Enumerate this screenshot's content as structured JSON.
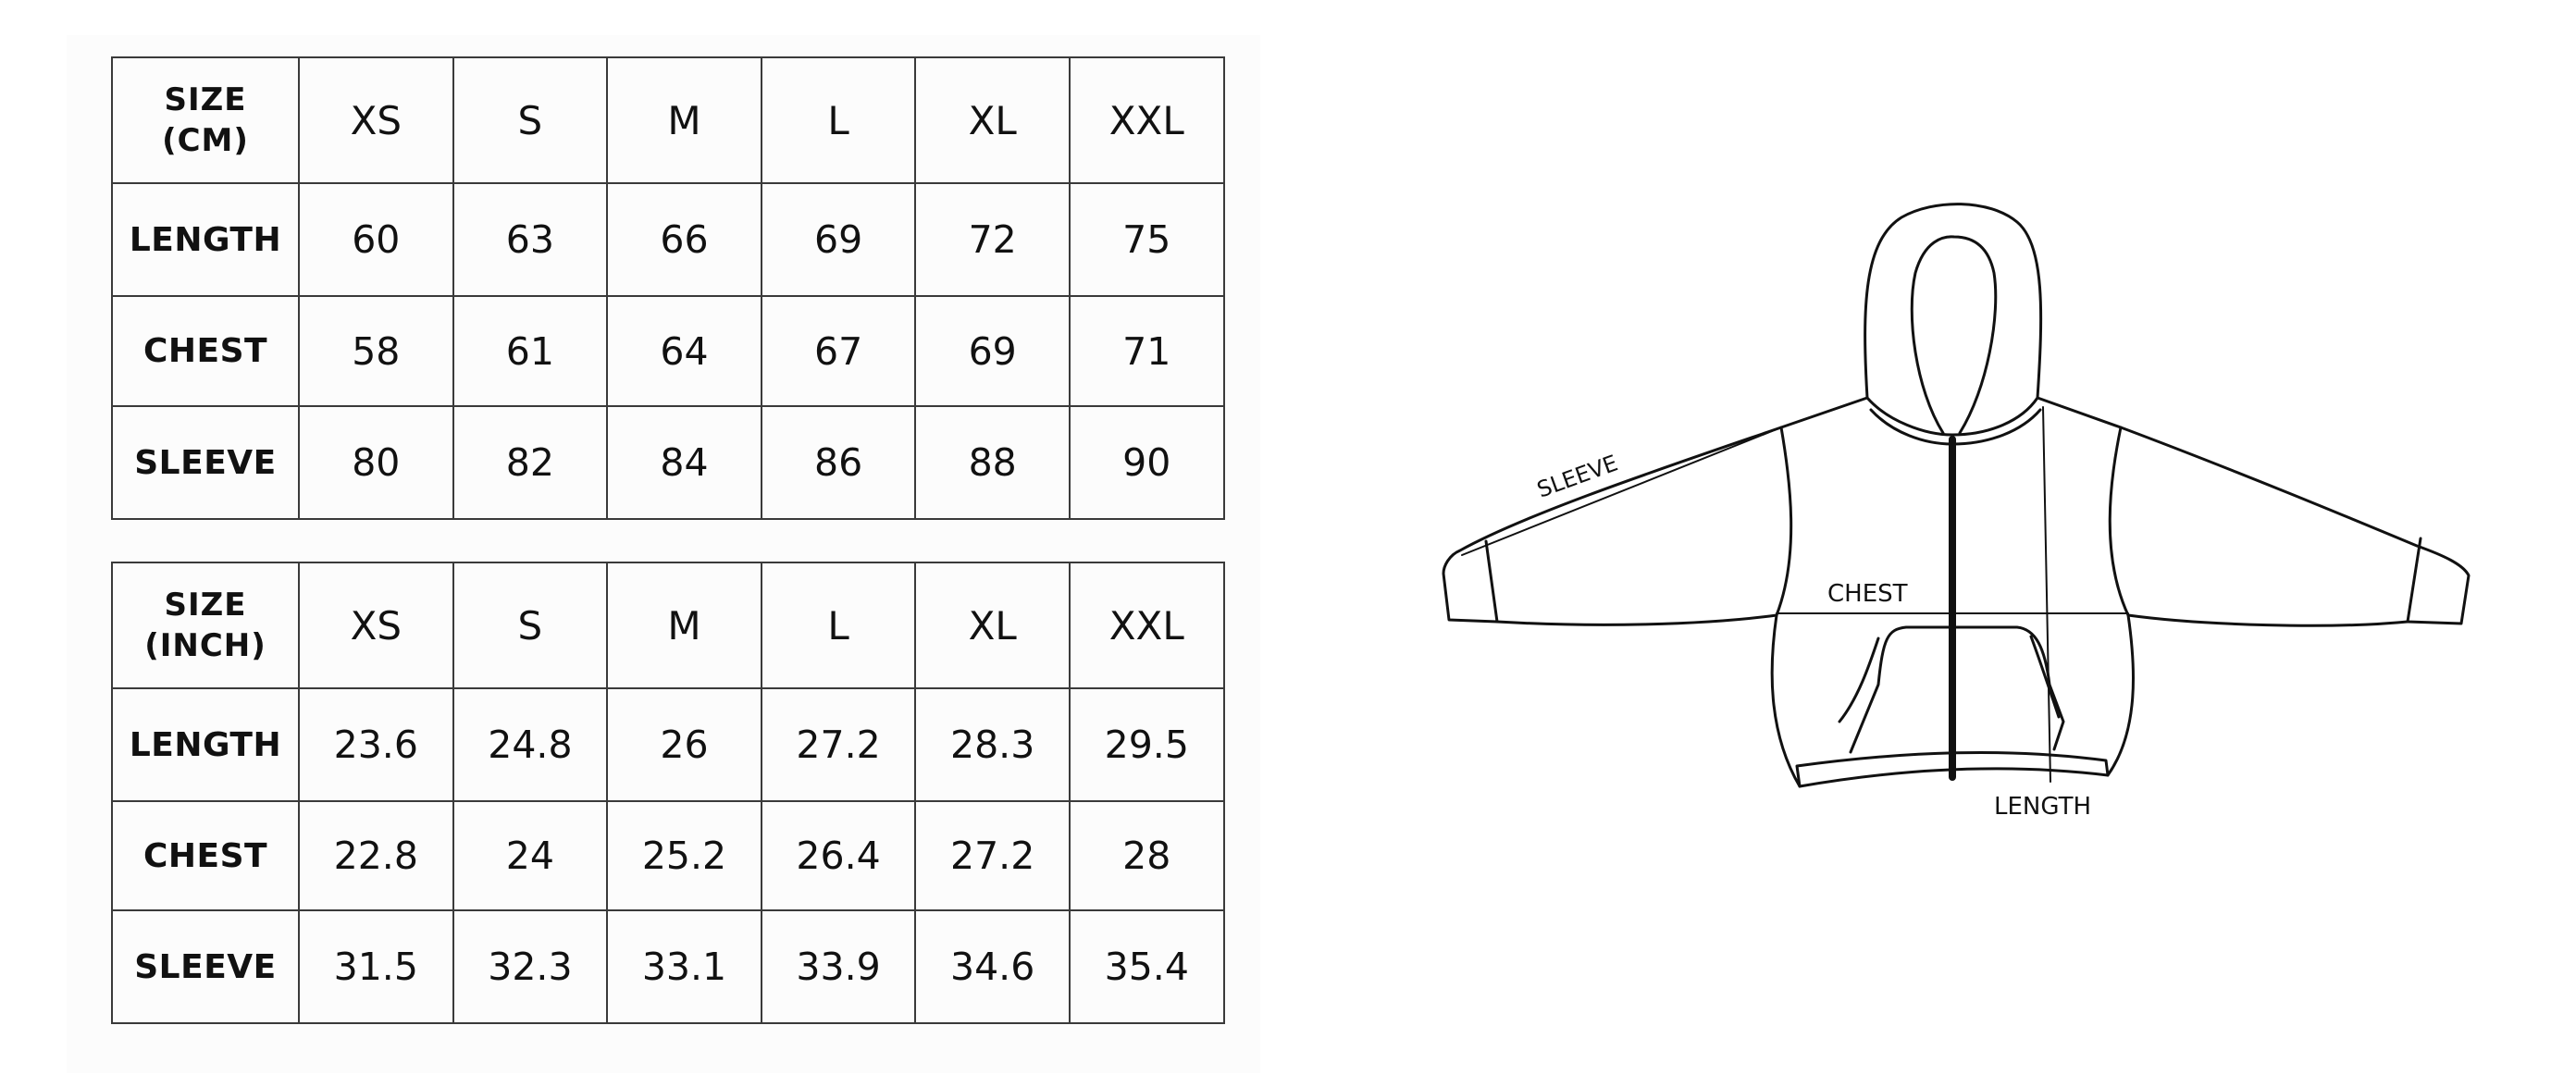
{
  "cm_table": {
    "header_line1": "SIZE",
    "header_line2": "(CM)",
    "sizes": [
      "XS",
      "S",
      "M",
      "L",
      "XL",
      "XXL"
    ],
    "rows": [
      {
        "label": "LENGTH",
        "values": [
          "60",
          "63",
          "66",
          "69",
          "72",
          "75"
        ]
      },
      {
        "label": "CHEST",
        "values": [
          "58",
          "61",
          "64",
          "67",
          "69",
          "71"
        ]
      },
      {
        "label": "SLEEVE",
        "values": [
          "80",
          "82",
          "84",
          "86",
          "88",
          "90"
        ]
      }
    ]
  },
  "inch_table": {
    "header_line1": "SIZE",
    "header_line2": "(INCH)",
    "sizes": [
      "XS",
      "S",
      "M",
      "L",
      "XL",
      "XXL"
    ],
    "rows": [
      {
        "label": "LENGTH",
        "values": [
          "23.6",
          "24.8",
          "26",
          "27.2",
          "28.3",
          "29.5"
        ]
      },
      {
        "label": "CHEST",
        "values": [
          "22.8",
          "24",
          "25.2",
          "26.4",
          "27.2",
          "28"
        ]
      },
      {
        "label": "SLEEVE",
        "values": [
          "31.5",
          "32.3",
          "33.1",
          "33.9",
          "34.6",
          "35.4"
        ]
      }
    ]
  },
  "diagram": {
    "sleeve_label": "SLEEVE",
    "chest_label": "CHEST",
    "length_label": "LENGTH"
  }
}
